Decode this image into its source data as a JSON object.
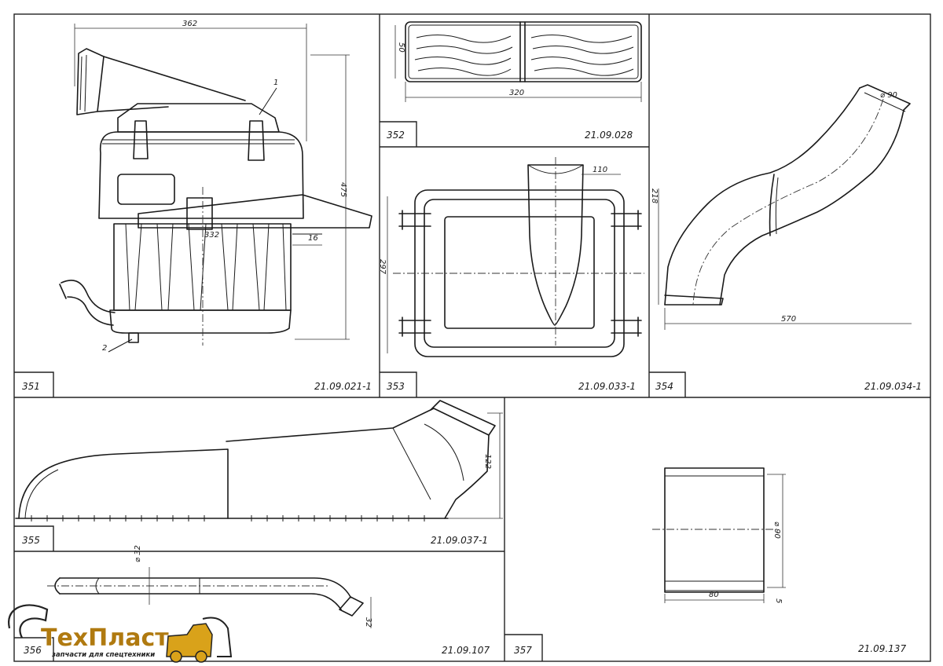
{
  "panels": [
    {
      "id": "351",
      "number": "351",
      "code": "21.09.021-1",
      "dimensions": [
        "362",
        "475",
        "332",
        "16"
      ],
      "callouts": [
        "1",
        "2"
      ]
    },
    {
      "id": "352",
      "number": "352",
      "code": "21.09.028",
      "dimensions": [
        "50",
        "320"
      ]
    },
    {
      "id": "353",
      "number": "353",
      "code": "21.09.033-1",
      "dimensions": [
        "110",
        "297"
      ]
    },
    {
      "id": "354",
      "number": "354",
      "code": "21.09.034-1",
      "dimensions": [
        "⌀ 90",
        "218",
        "570"
      ]
    },
    {
      "id": "355",
      "number": "355",
      "code": "21.09.037-1",
      "dimensions": [
        "122"
      ]
    },
    {
      "id": "356",
      "number": "356",
      "code": "21.09.107",
      "dimensions": [
        "⌀ 32",
        "32"
      ]
    },
    {
      "id": "357",
      "number": "357",
      "code": "21.09.137",
      "dimensions": [
        "⌀ 90",
        "80",
        "5"
      ]
    }
  ],
  "watermark": {
    "brand": "ТехПласт",
    "tagline": "запчасти для спецтехники",
    "colors": {
      "accent": "#b07a10",
      "outline": "#222222"
    }
  }
}
